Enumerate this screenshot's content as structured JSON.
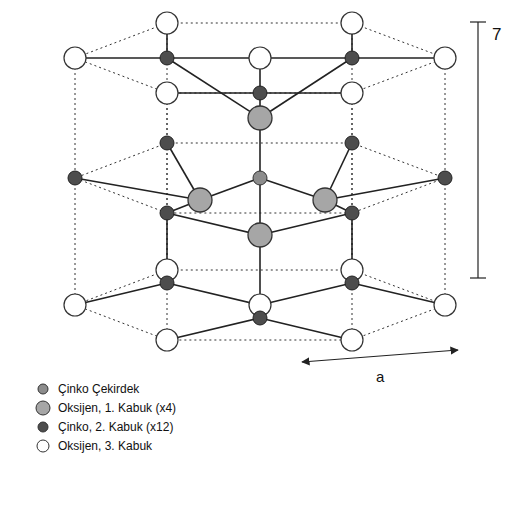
{
  "diagram": {
    "labels": [
      "7",
      "a"
    ],
    "legend": [
      {
        "text": "Çinko Çekirdek",
        "color": "#8c8c8c"
      },
      {
        "text": "Oksijen, 1. Kabuk (x4)",
        "color": "#a6a6a6"
      },
      {
        "text": "Çinko, 2. Kabuk (x12)",
        "color": "#4d4d4d"
      },
      {
        "text": "Oksijen, 3. Kabuk",
        "color": "#ffffff"
      }
    ]
  }
}
